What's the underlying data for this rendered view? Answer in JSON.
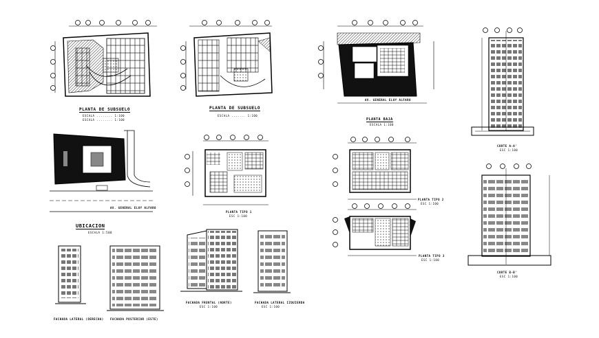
{
  "sheet": {
    "drawings": [
      {
        "key": "basement1",
        "title": "PLANTA DE SUBSUELO",
        "scale1": "ESCALA ........ 1:100",
        "scale2": "ESCALA ........ 1:100"
      },
      {
        "key": "basement2",
        "title": "PLANTA DE SUBSUELO",
        "scale1": "ESCALA ....... 1:100"
      },
      {
        "key": "ground",
        "title": "PLANTA BAJA",
        "sub": "AV. GENERAL ELOY ALFARO",
        "scale1": "ESCALA 1:100"
      },
      {
        "key": "location",
        "title": "UBICACION",
        "sub": "AV. GENERAL ELOY ALFARO",
        "scale1": "ESCALA 1:500"
      },
      {
        "key": "typical",
        "title": "PLANTA TIPO 1",
        "scale1": "ESC 1:100"
      },
      {
        "key": "typical2",
        "title": "PLANTA TIPO 2",
        "scale1": "ESC 1:100"
      },
      {
        "key": "typical3",
        "title": "PLANTA TIPO 3",
        "scale1": "ESC 1:100"
      },
      {
        "key": "sectionA",
        "title": "CORTE A-A'",
        "scale1": "ESC 1:100"
      },
      {
        "key": "sectionB",
        "title": "CORTE B-B'",
        "scale1": "ESC 1:100"
      },
      {
        "key": "elevLat",
        "title": "FACHADA LATERAL (DERECHA)"
      },
      {
        "key": "elevPost",
        "title": "FACHADA POSTERIOR (ESTE)"
      },
      {
        "key": "elevFront",
        "title": "FACHADA FRONTAL (NORTE)",
        "scale1": "ESC 1:100"
      },
      {
        "key": "elevLatIzq",
        "title": "FACHADA LATERAL IZQUIERDA",
        "scale1": "ESC 1:100"
      }
    ]
  },
  "colors": {
    "ink": "#000000",
    "hatch": "#222222",
    "paper": "#ffffff"
  }
}
